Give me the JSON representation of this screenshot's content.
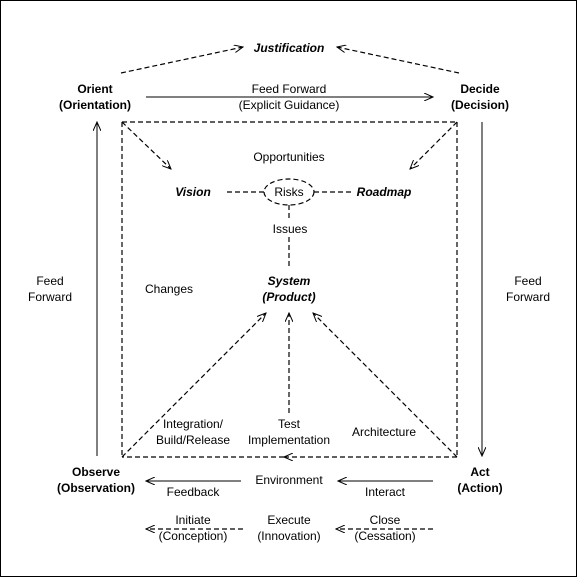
{
  "nodes": {
    "justification": "Justification",
    "orient": "Orient",
    "orient_sub": "(Orientation)",
    "decide": "Decide",
    "decide_sub": "(Decision)",
    "observe": "Observe",
    "observe_sub": "(Observation)",
    "act": "Act",
    "act_sub": "(Action)",
    "vision": "Vision",
    "roadmap": "Roadmap",
    "risks": "Risks",
    "system": "System",
    "system_sub": "(Product)"
  },
  "labels": {
    "feed_forward_top_1": "Feed Forward",
    "feed_forward_top_2": "(Explicit Guidance)",
    "opportunities": "Opportunities",
    "issues": "Issues",
    "changes": "Changes",
    "feed_left_1": "Feed",
    "feed_left_2": "Forward",
    "feed_right_1": "Feed",
    "feed_right_2": "Forward",
    "integration_1": "Integration/",
    "integration_2": "Build/Release",
    "test_1": "Test",
    "test_2": "Implementation",
    "architecture": "Architecture",
    "environment": "Environment",
    "feedback": "Feedback",
    "interact": "Interact",
    "initiate": "Initiate",
    "conception": "(Conception)",
    "execute": "Execute",
    "innovation": "(Innovation)",
    "close": "Close",
    "cessation": "(Cessation)"
  }
}
